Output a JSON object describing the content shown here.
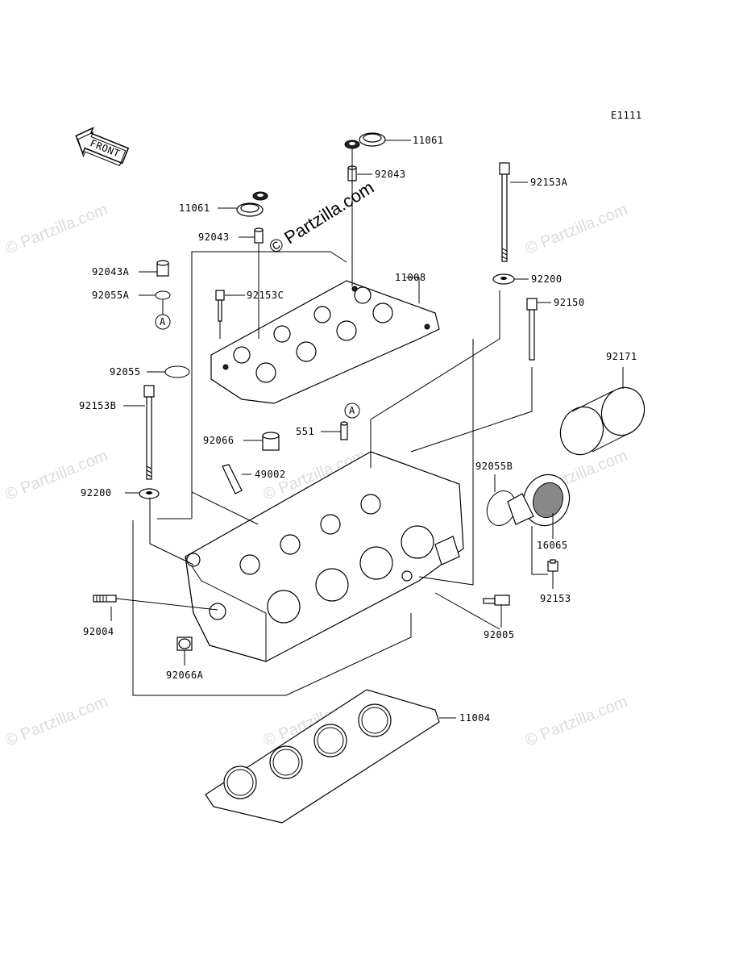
{
  "diagram_code": "E1111",
  "front_label": "FRONT",
  "circle_ref_a_top": "A",
  "circle_ref_a_mid": "A",
  "watermark_main": "© Partzilla.com",
  "watermark_side": "© Partzilla.com",
  "labels": {
    "p11061_top": "11061",
    "p92043_top": "92043",
    "p92153A": "92153A",
    "p11061_left": "11061",
    "p92043_left": "92043",
    "p92043A": "92043A",
    "p92055A": "92055A",
    "p92153C": "92153C",
    "p11008": "11008",
    "p92200_right": "92200",
    "p92150": "92150",
    "p92171": "92171",
    "p92055": "92055",
    "p92153B": "92153B",
    "p551": "551",
    "p92066": "92066",
    "p49002": "49002",
    "p92055B": "92055B",
    "p92200_left": "92200",
    "p16065": "16065",
    "p92153": "92153",
    "p92004": "92004",
    "p92005": "92005",
    "p92066A": "92066A",
    "p11004": "11004"
  }
}
